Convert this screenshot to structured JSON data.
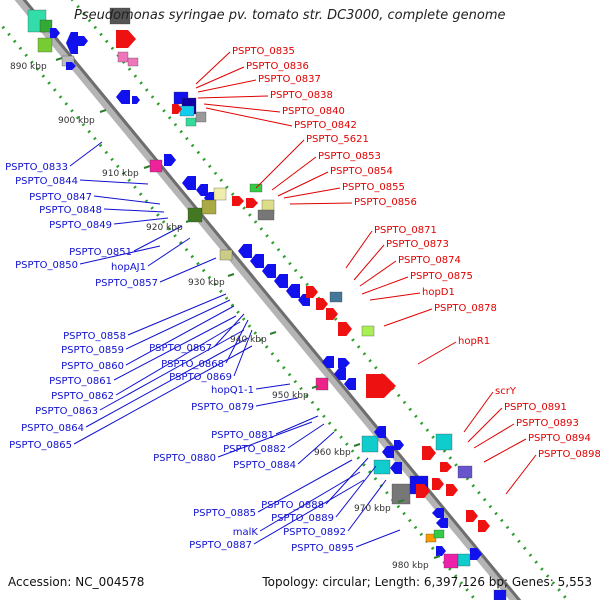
{
  "title": "Pseudomonas syringae pv. tomato str. DC3000, complete genome",
  "accession": "Accession: NC_004578",
  "topology": "Topology: circular; Length: 6,397,126 bp; Genes: 5,553",
  "colors": {
    "backbone": "#a8a8a8",
    "backbone_shadow": "#6e6e6e",
    "tick_dots": "#2e9e2e",
    "label_left": "#1010d0",
    "label_right": "#e00000",
    "forward_gene": "#ee1111",
    "reverse_gene": "#1111ee"
  },
  "kbp_ticks": [
    "890 kbp",
    "900 kbp",
    "910 kbp",
    "920 kbp",
    "930 kbp",
    "940 kbp",
    "950 kbp",
    "960 kbp",
    "970 kbp",
    "980 kbp"
  ],
  "right_labels": [
    "PSPTO_0835",
    "PSPTO_0836",
    "PSPTO_0837",
    "PSPTO_0838",
    "PSPTO_0840",
    "PSPTO_0842",
    "PSPTO_5621",
    "PSPTO_0853",
    "PSPTO_0854",
    "PSPTO_0855",
    "PSPTO_0856",
    "PSPTO_0871",
    "PSPTO_0873",
    "PSPTO_0874",
    "PSPTO_0875",
    "hopD1",
    "PSPTO_0878",
    "hopR1",
    "scrY",
    "PSPTO_0891",
    "PSPTO_0893",
    "PSPTO_0894",
    "PSPTO_0898"
  ],
  "left_labels": [
    "PSPTO_0833",
    "PSPTO_0844",
    "PSPTO_0847",
    "PSPTO_0848",
    "PSPTO_0849",
    "PSPTO_0851",
    "PSPTO_0850",
    "hopAJ1",
    "PSPTO_0857",
    "PSPTO_0858",
    "PSPTO_0859",
    "PSPTO_0860",
    "PSPTO_0867",
    "PSPTO_0868",
    "PSPTO_0869",
    "PSPTO_0861",
    "PSPTO_0862",
    "PSPTO_0863",
    "PSPTO_0864",
    "PSPTO_0865",
    "hopQ1-1",
    "PSPTO_0879",
    "PSPTO_0881",
    "PSPTO_0882",
    "PSPTO_0880",
    "PSPTO_0884",
    "PSPTO_0888",
    "PSPTO_0885",
    "PSPTO_0889",
    "malK",
    "PSPTO_0892",
    "PSPTO_0887",
    "PSPTO_0895"
  ]
}
